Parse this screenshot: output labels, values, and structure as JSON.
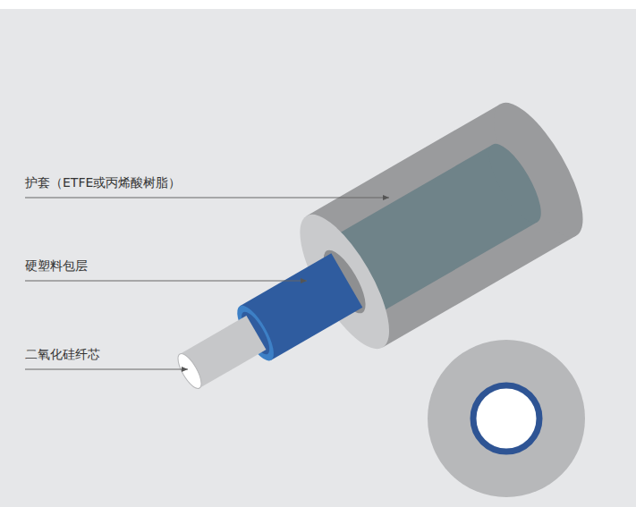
{
  "diagram": {
    "labels": [
      "护套（ETFE或丙烯酸树脂）",
      "硬塑料包层",
      "二氧化硅纤芯"
    ]
  }
}
